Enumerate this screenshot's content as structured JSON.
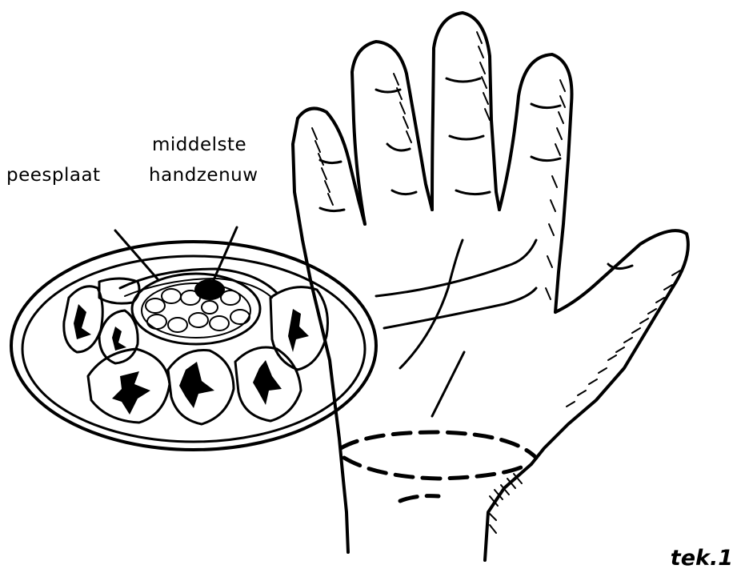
{
  "labels": {
    "tendon_plate": "peesplaat",
    "median_nerve_line1": "middelste",
    "median_nerve_line2": "handzenuw"
  },
  "figure_number": "tek.1",
  "colors": {
    "ink": "#000000",
    "background": "#ffffff"
  }
}
